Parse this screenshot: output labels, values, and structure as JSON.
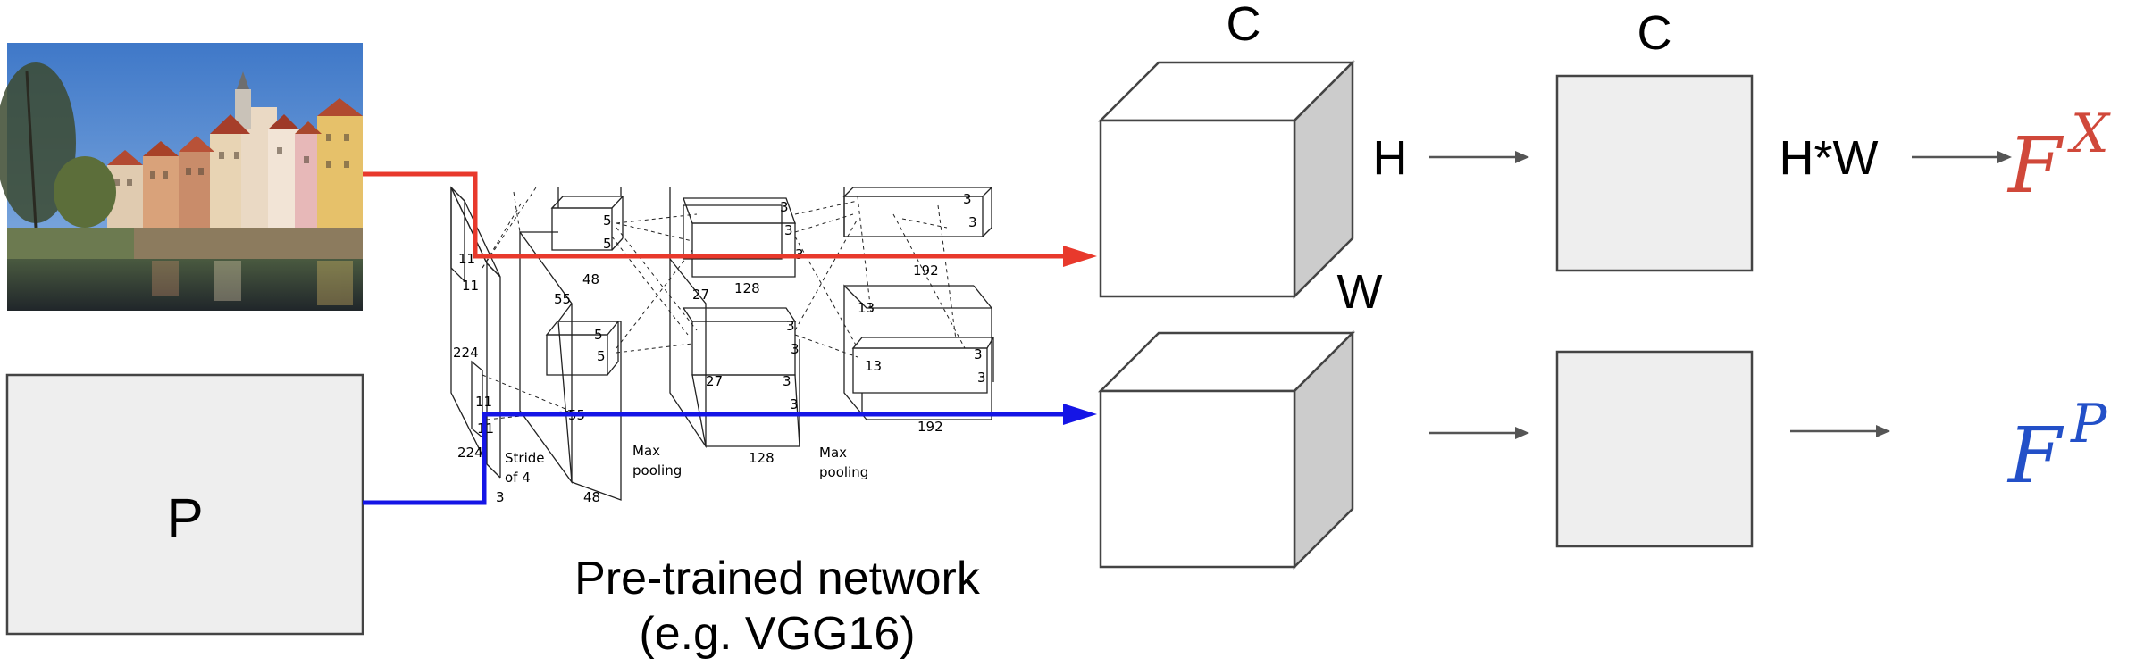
{
  "colors": {
    "content_path": "#e8392c",
    "style_path": "#1515e6",
    "cube_side": "#cccccc",
    "square_fill": "#eeeeee",
    "outline": "#444444",
    "fx_color": "#d0483a",
    "fp_color": "#2350c8",
    "arrow_gray": "#555555"
  },
  "photo": {
    "description_icon": "city-riverfront-photo"
  },
  "style_box": {
    "label": "P"
  },
  "network": {
    "caption_line1": "Pre-trained network",
    "caption_line2": "(e.g. VGG16)",
    "labels": {
      "n11a": "11",
      "n11b": "11",
      "n224a": "224",
      "n11c": "11",
      "n11d": "11",
      "n224b": "224",
      "stride1": "Stride",
      "stride2": "of 4",
      "n3": "3",
      "n55a": "55",
      "n55b": "55",
      "n48a": "48",
      "n48b": "48",
      "n5a": "5",
      "n5b": "5",
      "n5c": "5",
      "n5d": "5",
      "n27a": "27",
      "n27b": "27",
      "n128a": "128",
      "n128b": "128",
      "n3a": "3",
      "n3b": "3",
      "n3c": "3",
      "n3d": "3",
      "n3e": "3",
      "n3f": "3",
      "n3g": "3",
      "n3h": "3",
      "n3i": "3",
      "n3j": "3",
      "n3k": "3",
      "n3l": "3",
      "n13a": "13",
      "n13b": "13",
      "n192a": "192",
      "n192b": "192",
      "maxpool1a": "Max",
      "maxpool1b": "pooling",
      "maxpool2a": "Max",
      "maxpool2b": "pooling"
    }
  },
  "top_row": {
    "cube_c": "C",
    "cube_h": "H",
    "cube_w": "W",
    "square_c": "C",
    "square_hw": "H*W",
    "result": "F",
    "result_sup": "X"
  },
  "bottom_row": {
    "result": "F",
    "result_sup": "P"
  }
}
